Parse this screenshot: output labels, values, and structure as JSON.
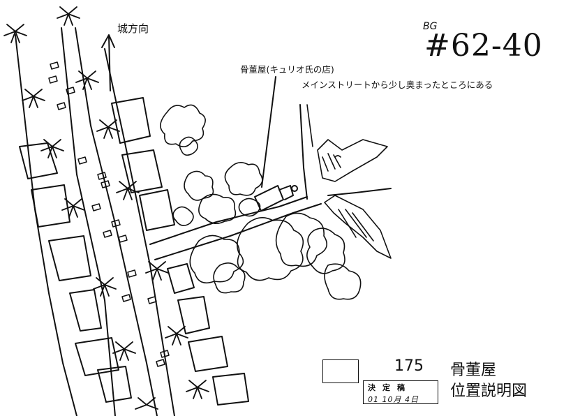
{
  "labels": {
    "castle_direction": "城方向",
    "bg_prefix": "BG",
    "bg_number": "#62-40",
    "shop_name": "骨董屋(キュリオ氏の店)",
    "shop_note": "メインストリートから少し奥まったところにある",
    "cut_number": "175",
    "cut_title": "骨董屋",
    "cut_subtitle": "位置説明図"
  },
  "stamp": {
    "word": "決定稿",
    "date": "01 10月 4日"
  },
  "colors": {
    "ink": "#111111",
    "paper": "#ffffff"
  }
}
